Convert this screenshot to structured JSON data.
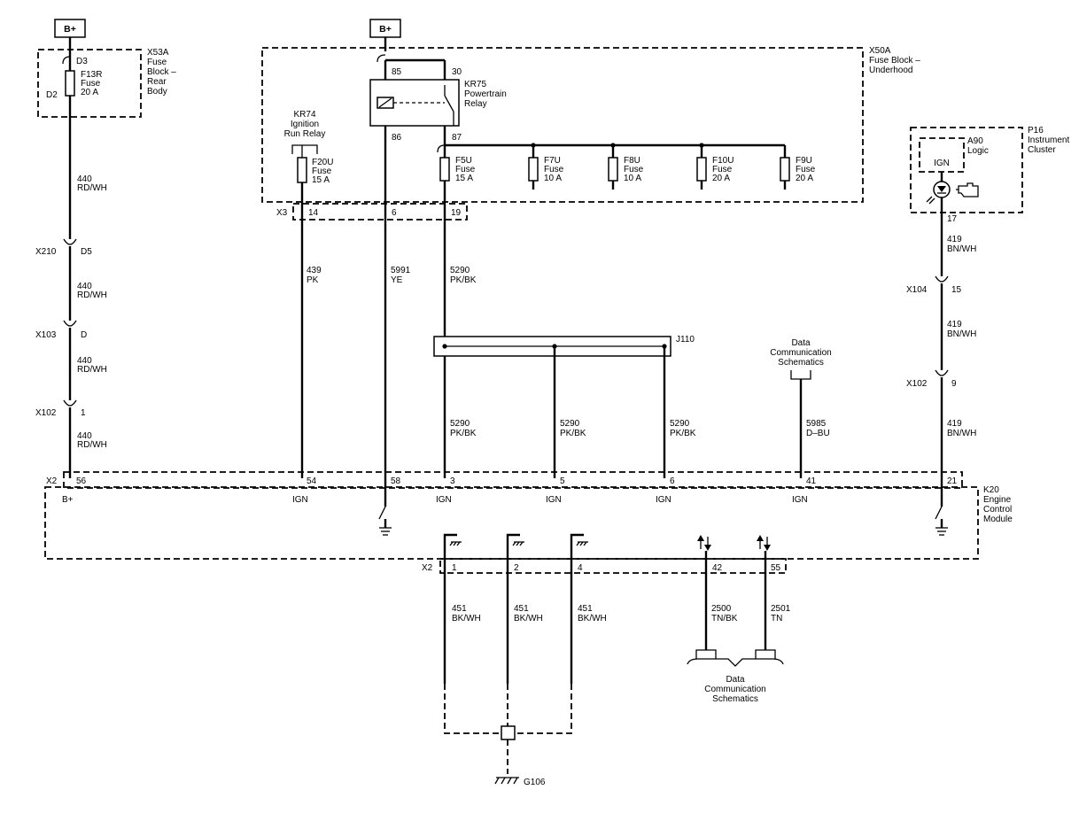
{
  "power_sources": {
    "b_plus_left": "B+",
    "b_plus_center": "B+"
  },
  "x53a": {
    "name": "X53A",
    "desc": [
      "Fuse",
      "Block –",
      "Rear",
      "Body"
    ],
    "pin_in": "D3",
    "pin_out": "D2",
    "fuse": {
      "id": "F13R",
      "type": "Fuse",
      "rating": "20 A"
    }
  },
  "x50a": {
    "name": "X50A",
    "desc": [
      "Fuse Block –",
      "Underhood"
    ]
  },
  "kr75": {
    "name": "KR75",
    "desc": [
      "Powertrain",
      "Relay"
    ],
    "pin_85": "85",
    "pin_30": "30",
    "pin_86": "86",
    "pin_87": "87"
  },
  "kr74": {
    "name": "KR74",
    "desc": [
      "Ignition",
      "Run Relay"
    ]
  },
  "fuses": [
    {
      "id": "F20U",
      "type": "Fuse",
      "rating": "15 A"
    },
    {
      "id": "F5U",
      "type": "Fuse",
      "rating": "15 A"
    },
    {
      "id": "F7U",
      "type": "Fuse",
      "rating": "10 A"
    },
    {
      "id": "F8U",
      "type": "Fuse",
      "rating": "10 A"
    },
    {
      "id": "F10U",
      "type": "Fuse",
      "rating": "20 A"
    },
    {
      "id": "F9U",
      "type": "Fuse",
      "rating": "20 A"
    }
  ],
  "x3": {
    "name": "X3",
    "pins": [
      "14",
      "6",
      "19"
    ]
  },
  "wires": {
    "w440_a": {
      "circuit": "440",
      "color": "RD/WH"
    },
    "w440_b": {
      "circuit": "440",
      "color": "RD/WH"
    },
    "w440_c": {
      "circuit": "440",
      "color": "RD/WH"
    },
    "w440_d": {
      "circuit": "440",
      "color": "RD/WH"
    },
    "w439": {
      "circuit": "439",
      "color": "PK"
    },
    "w5991": {
      "circuit": "5991",
      "color": "YE"
    },
    "w5290_top": {
      "circuit": "5290",
      "color": "PK/BK"
    },
    "w5290_1": {
      "circuit": "5290",
      "color": "PK/BK"
    },
    "w5290_2": {
      "circuit": "5290",
      "color": "PK/BK"
    },
    "w5290_3": {
      "circuit": "5290",
      "color": "PK/BK"
    },
    "w5985": {
      "circuit": "5985",
      "color": "D–BU"
    },
    "w419_a": {
      "circuit": "419",
      "color": "BN/WH"
    },
    "w419_b": {
      "circuit": "419",
      "color": "BN/WH"
    },
    "w419_c": {
      "circuit": "419",
      "color": "BN/WH"
    },
    "w451_1": {
      "circuit": "451",
      "color": "BK/WH"
    },
    "w451_2": {
      "circuit": "451",
      "color": "BK/WH"
    },
    "w451_3": {
      "circuit": "451",
      "color": "BK/WH"
    },
    "w2500": {
      "circuit": "2500",
      "color": "TN/BK"
    },
    "w2501": {
      "circuit": "2501",
      "color": "TN"
    }
  },
  "inline_connectors": {
    "x210": {
      "name": "X210",
      "pin": "D5"
    },
    "x103": {
      "name": "X103",
      "pin": "D"
    },
    "x102_left": {
      "name": "X102",
      "pin": "1"
    },
    "x104": {
      "name": "X104",
      "pin": "15"
    },
    "x102_right": {
      "name": "X102",
      "pin": "9"
    }
  },
  "splice": {
    "name": "J110"
  },
  "data_comm_top": [
    "Data",
    "Communication",
    "Schematics"
  ],
  "data_comm_bottom": [
    "Data",
    "Communication",
    "Schematics"
  ],
  "p16": {
    "name": "P16",
    "desc": [
      "Instrument",
      "Cluster"
    ],
    "module": {
      "name": "A90",
      "desc": "Logic"
    },
    "ign_label": "IGN",
    "pin": "17"
  },
  "k20": {
    "name": "K20",
    "desc": [
      "Engine",
      "Control",
      "Module"
    ],
    "top_connector": "X2",
    "top_pins": [
      "56",
      "54",
      "58",
      "3",
      "5",
      "6",
      "41",
      "21"
    ],
    "pin_labels": [
      "B+",
      "IGN",
      "IGN",
      "IGN",
      "IGN",
      "IGN"
    ],
    "bottom_connector": "X2",
    "bottom_pins": [
      "1",
      "2",
      "4",
      "42",
      "55"
    ]
  },
  "ground": {
    "name": "G106"
  }
}
